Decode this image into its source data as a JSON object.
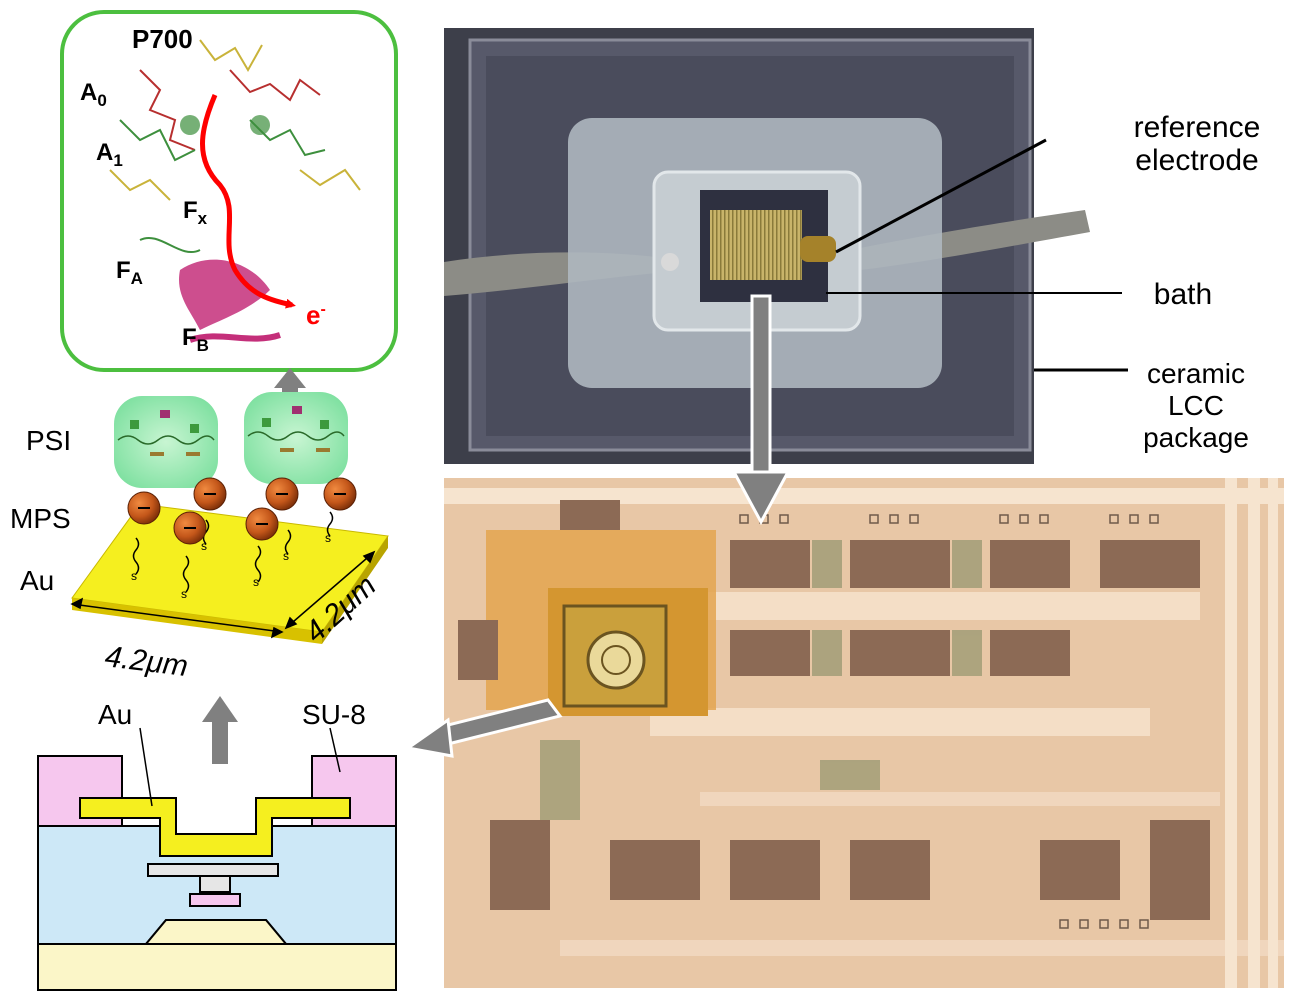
{
  "photo_labels": {
    "reference_electrode_line1": "reference",
    "reference_electrode_line2": "electrode",
    "bath": "bath",
    "ceramic_line1": "ceramic",
    "ceramic_line2": "LCC",
    "ceramic_line3": "package"
  },
  "psi_structure": {
    "p700": "P700",
    "a0": "A",
    "a0_sub": "0",
    "a1": "A",
    "a1_sub": "1",
    "fx": "F",
    "fx_sub": "x",
    "fa": "F",
    "fa_sub": "A",
    "fb": "F",
    "fb_sub": "B",
    "electron": "e",
    "electron_sup": "-"
  },
  "assembly": {
    "psi": "PSI",
    "mps": "MPS",
    "au": "Au",
    "dim_front": "4.2μm",
    "dim_side": "4.2μm",
    "thiol": "s"
  },
  "cross_section": {
    "au": "Au",
    "su8": "SU-8"
  },
  "colors": {
    "green_border": "#4cbf3f",
    "gold": "#f5ef1f",
    "su8_pink": "#f6c7ee",
    "oxide_blue": "#cde8f7",
    "substrate": "#fbf6c8",
    "arrow_gray": "#808080",
    "electron_path": "#ff0000",
    "mps_ball": "#c4571a"
  }
}
